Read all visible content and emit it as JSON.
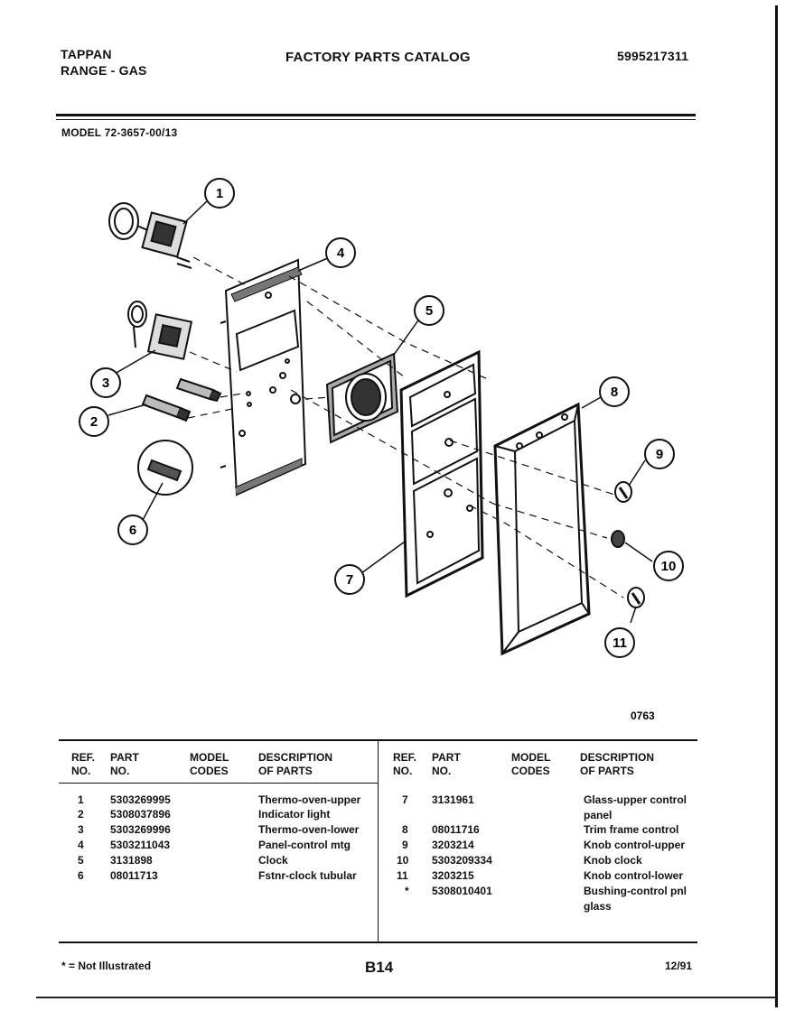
{
  "header": {
    "brand": "TAPPAN",
    "product": "RANGE - GAS",
    "catalog_title": "FACTORY PARTS CATALOG",
    "catalog_number": "5995217311",
    "model_label": "MODEL  72-3657-00/13"
  },
  "diagram": {
    "code": "0763",
    "callouts": [
      "1",
      "2",
      "3",
      "4",
      "5",
      "6",
      "7",
      "8",
      "9",
      "10",
      "11"
    ]
  },
  "table": {
    "headers": {
      "ref": [
        "REF.",
        "NO."
      ],
      "part": [
        "PART",
        "NO."
      ],
      "model": [
        "MODEL",
        "CODES"
      ],
      "desc": [
        "DESCRIPTION",
        "OF PARTS"
      ]
    },
    "left": [
      {
        "ref": "1",
        "part": "5303269995",
        "desc": "Thermo-oven-upper"
      },
      {
        "ref": "2",
        "part": "5308037896",
        "desc": "Indicator light"
      },
      {
        "ref": "3",
        "part": "5303269996",
        "desc": "Thermo-oven-lower"
      },
      {
        "ref": "4",
        "part": "5303211043",
        "desc": "Panel-control mtg"
      },
      {
        "ref": "5",
        "part": "3131898",
        "desc": "Clock"
      },
      {
        "ref": "6",
        "part": "08011713",
        "desc": "Fstnr-clock tubular"
      }
    ],
    "right": [
      {
        "ref": "7",
        "part": "3131961",
        "desc": "Glass-upper control panel"
      },
      {
        "ref": "8",
        "part": "08011716",
        "desc": "Trim frame control"
      },
      {
        "ref": "9",
        "part": "3203214",
        "desc": "Knob control-upper"
      },
      {
        "ref": "10",
        "part": "5303209334",
        "desc": "Knob clock"
      },
      {
        "ref": "11",
        "part": "3203215",
        "desc": "Knob control-lower"
      },
      {
        "ref": "*",
        "part": "5308010401",
        "desc": "Bushing-control pnl glass"
      }
    ]
  },
  "footer": {
    "note": "* = Not Illustrated",
    "page": "B14",
    "date": "12/91"
  }
}
